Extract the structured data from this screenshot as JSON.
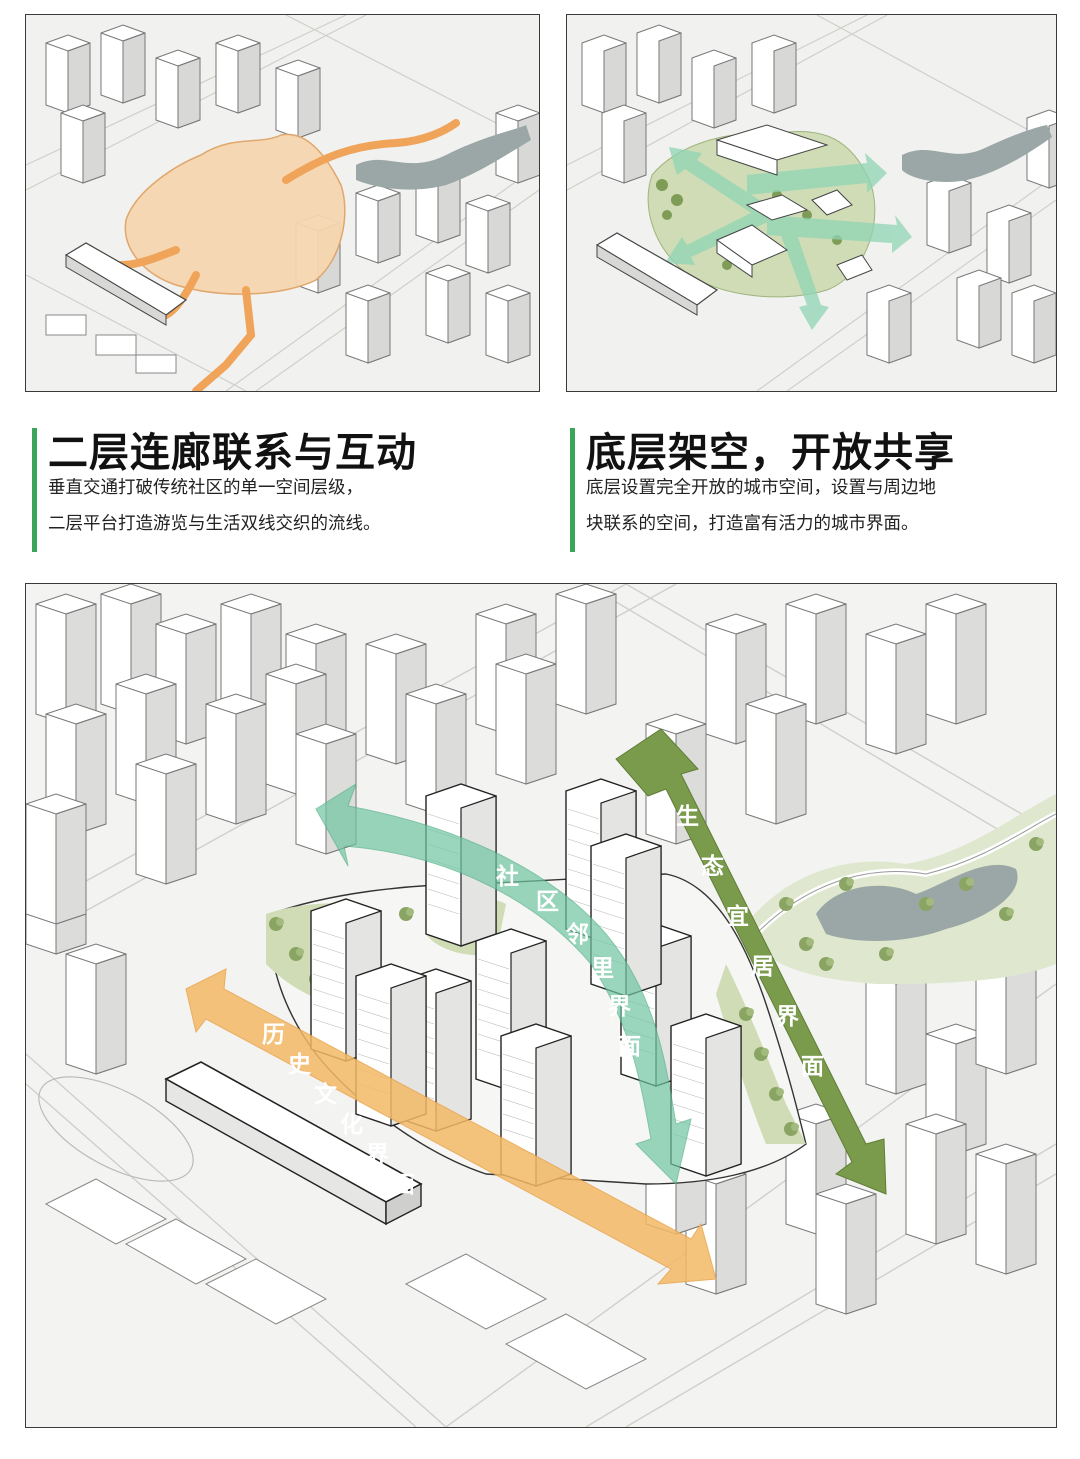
{
  "captions": {
    "left": {
      "title": "二层连廊联系与互动",
      "line1": "垂直交通打破传统社区的单一空间层级，",
      "line2": "二层平台打造游览与生活双线交织的流线。"
    },
    "right": {
      "title": "底层架空，开放共享",
      "line1": "底层设置完全开放的城市空间，设置与周边地",
      "line2": "块联系的空间，打造富有活力的城市界面。"
    }
  },
  "diagram_labels": {
    "history": "历史文化界面",
    "community": "社区邻里界面",
    "ecology": "生态宜居界面"
  },
  "colors": {
    "accent_bar": "#3ba65a",
    "history_arrow": "#f3b966",
    "community_arrow": "#6fc6a2",
    "ecology_arrow": "#7a9a4c",
    "corridor_orange": "#f0a45a",
    "green_space": "#cfdcb6",
    "water": "#9aa7a6"
  }
}
